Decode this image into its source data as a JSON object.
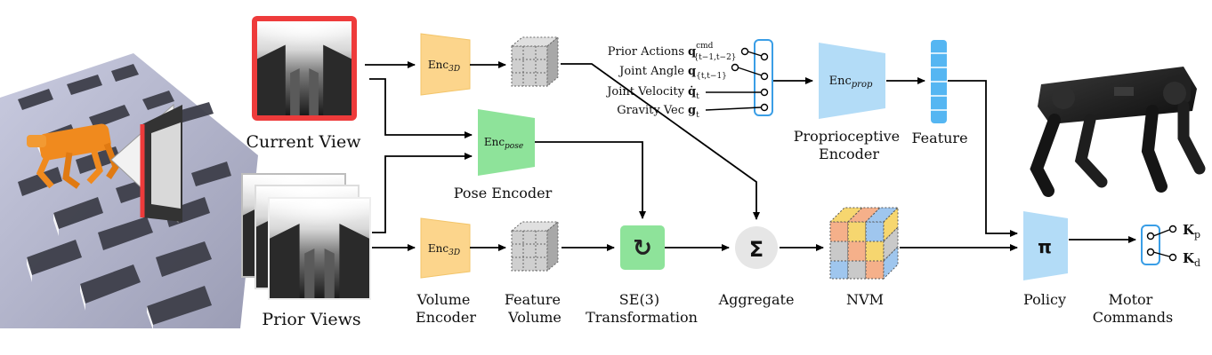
{
  "labels": {
    "current_view": "Current View",
    "prior_views": "Prior Views",
    "pose_encoder": "Pose Encoder",
    "volume_encoder": [
      "Volume",
      "Encoder"
    ],
    "feature_volume": [
      "Feature",
      "Volume"
    ],
    "se3": [
      "SE(3)",
      "Transformation"
    ],
    "aggregate": "Aggregate",
    "nvm": "NVM",
    "proprio_encoder": [
      "Proprioceptive",
      "Encoder"
    ],
    "feature": "Feature",
    "policy": "Policy",
    "motor_commands": [
      "Motor",
      "Commands"
    ]
  },
  "blocks": {
    "enc3d_main": "Enc",
    "enc3d_sub": "3D",
    "enc_pose_main": "Enc",
    "enc_pose_sub": "pose",
    "enc_prop_main": "Enc",
    "enc_prop_sub": "prop",
    "aggregate_symbol": "Σ",
    "policy_symbol": "π",
    "rotate_symbol": "↻"
  },
  "proprio_inputs": [
    {
      "name": "Prior Actions",
      "symbol": "q",
      "sup": "cmd",
      "sub": "{t−1,t−2}"
    },
    {
      "name": "Joint Angle",
      "symbol": "q",
      "sup": "",
      "sub": "{t,t−1}"
    },
    {
      "name": "Joint Velocity",
      "symbol": "q̇",
      "sup": "",
      "sub": "t"
    },
    {
      "name": "Gravity Vec",
      "symbol": "g",
      "sup": "",
      "sub": "t"
    }
  ],
  "motor_outputs": [
    {
      "symbol": "K",
      "sub": "p"
    },
    {
      "symbol": "K",
      "sub": "d"
    }
  ],
  "colors": {
    "enc3d": "#fcd58c",
    "pose": "#8ee39a",
    "se3": "#8ee39a",
    "prop": "#b3dcf7",
    "feature_bar": "#55b6f2",
    "policy": "#b3dcf7",
    "aggregate": "#e6e6e6",
    "current_view_border": "#ee3b3b",
    "robot_sim": "#f08a1e",
    "nvm_cells": [
      "#f5b08a",
      "#f6d66f",
      "#9fc6ee",
      "#c9c9c9"
    ]
  }
}
